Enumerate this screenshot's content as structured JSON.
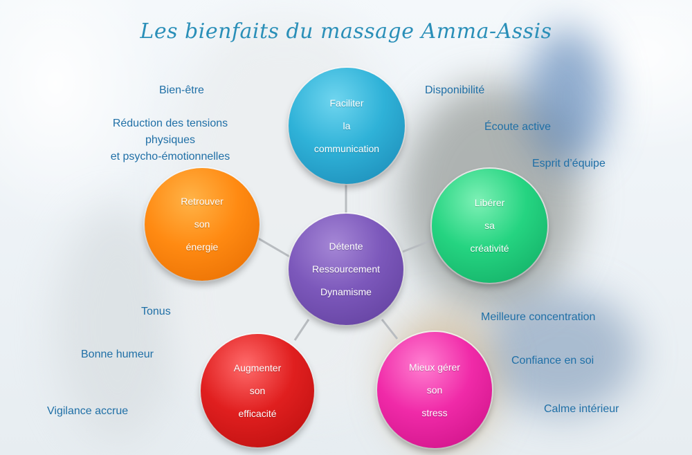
{
  "title": "Les bienfaits du massage Amma-Assis",
  "nodes": {
    "top": {
      "lines": [
        "Faciliter",
        "la",
        "communication"
      ],
      "color": "#2fb2d8"
    },
    "left": {
      "lines": [
        "Retrouver",
        "son",
        "énergie"
      ],
      "color": "#ff8a12"
    },
    "right": {
      "lines": [
        "Libérer",
        "sa",
        "créativité"
      ],
      "color": "#25d481"
    },
    "center": {
      "lines": [
        "Détente",
        "Ressourcement",
        "Dynamisme"
      ],
      "color": "#7c58bb"
    },
    "bottom_left": {
      "lines": [
        "Augmenter",
        "son",
        "efficacité"
      ],
      "color": "#e01f1f"
    },
    "bottom_right": {
      "lines": [
        "Mieux gérer",
        "son",
        "stress"
      ],
      "color": "#f02aa8"
    }
  },
  "keywords": {
    "bien_etre": "Bien-être",
    "reduction": [
      "Réduction des tensions",
      "physiques",
      "et psycho-émotionnelles"
    ],
    "disponibilite": "Disponibilité",
    "ecoute": "Écoute active",
    "esprit": "Esprit d’équipe",
    "tonus": "Tonus",
    "humeur": "Bonne humeur",
    "vigilance": "Vigilance accrue",
    "concentration": "Meilleure concentration",
    "confiance": "Confiance en soi",
    "calme": "Calme intérieur"
  },
  "colors": {
    "title": "#2a8fb8",
    "keyword": "#1f6fa6"
  }
}
